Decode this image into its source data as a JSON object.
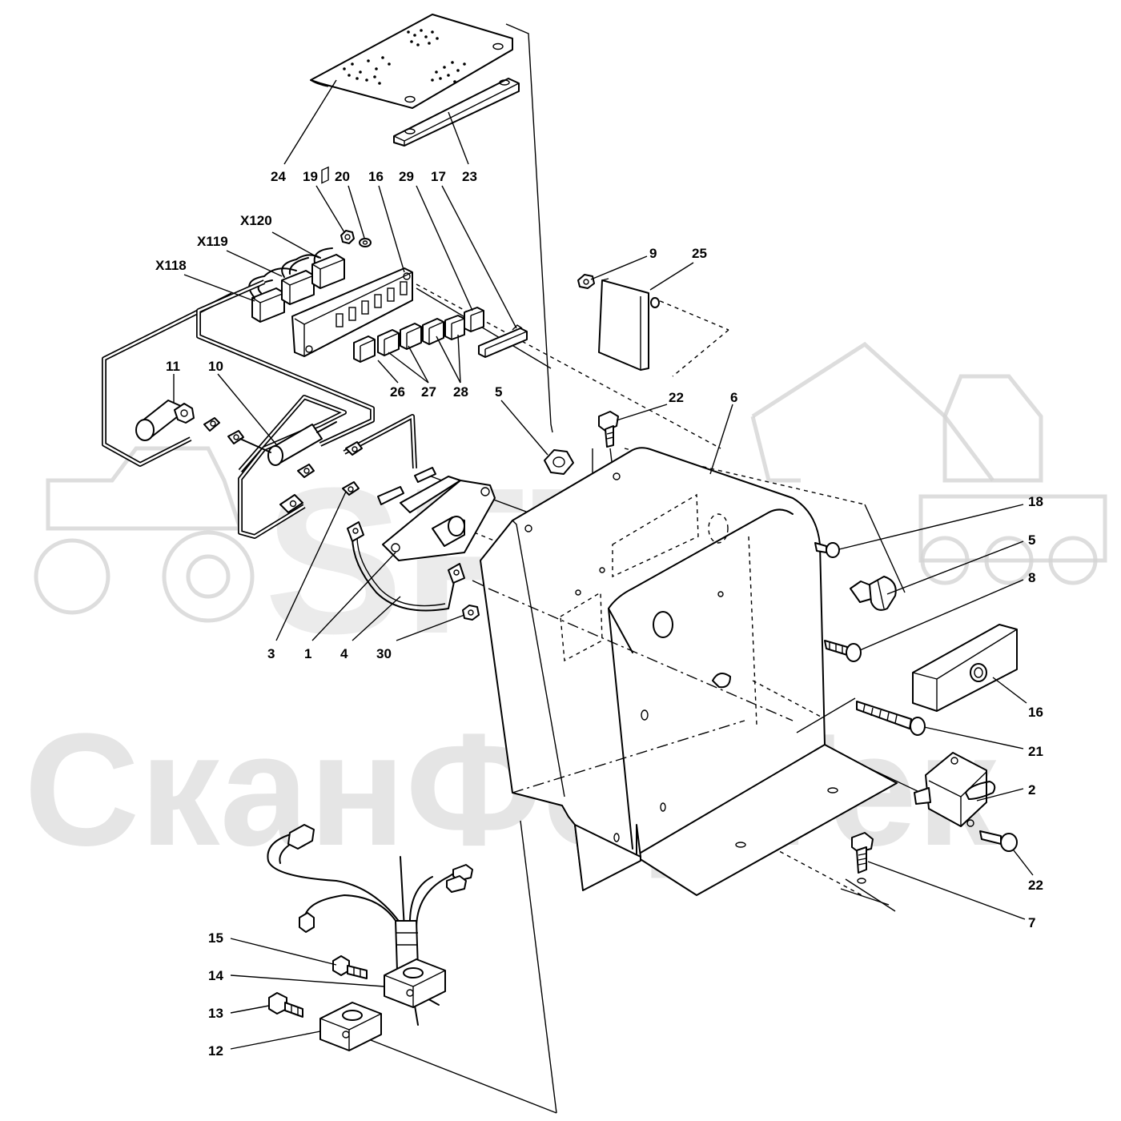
{
  "watermark": {
    "logo_text": "SFT",
    "company_text": "СканФорТек"
  },
  "callouts": [
    {
      "id": "c24",
      "label": "24"
    },
    {
      "id": "c19",
      "label": "19"
    },
    {
      "id": "c20",
      "label": "20"
    },
    {
      "id": "c16a",
      "label": "16"
    },
    {
      "id": "c29",
      "label": "29"
    },
    {
      "id": "c17",
      "label": "17"
    },
    {
      "id": "c23",
      "label": "23"
    },
    {
      "id": "cX120",
      "label": "X120"
    },
    {
      "id": "cX119",
      "label": "X119"
    },
    {
      "id": "cX118",
      "label": "X118"
    },
    {
      "id": "c9",
      "label": "9"
    },
    {
      "id": "c25",
      "label": "25"
    },
    {
      "id": "c11",
      "label": "11"
    },
    {
      "id": "c10",
      "label": "10"
    },
    {
      "id": "c26",
      "label": "26"
    },
    {
      "id": "c27",
      "label": "27"
    },
    {
      "id": "c28",
      "label": "28"
    },
    {
      "id": "c5a",
      "label": "5"
    },
    {
      "id": "c22a",
      "label": "22"
    },
    {
      "id": "c6",
      "label": "6"
    },
    {
      "id": "c18",
      "label": "18"
    },
    {
      "id": "c5b",
      "label": "5"
    },
    {
      "id": "c8",
      "label": "8"
    },
    {
      "id": "c16b",
      "label": "16"
    },
    {
      "id": "c21",
      "label": "21"
    },
    {
      "id": "c2",
      "label": "2"
    },
    {
      "id": "c22b",
      "label": "22"
    },
    {
      "id": "c7",
      "label": "7"
    },
    {
      "id": "c3",
      "label": "3"
    },
    {
      "id": "c1",
      "label": "1"
    },
    {
      "id": "c4",
      "label": "4"
    },
    {
      "id": "c30",
      "label": "30"
    },
    {
      "id": "c15",
      "label": "15"
    },
    {
      "id": "c14",
      "label": "14"
    },
    {
      "id": "c13",
      "label": "13"
    },
    {
      "id": "c12",
      "label": "12"
    }
  ]
}
